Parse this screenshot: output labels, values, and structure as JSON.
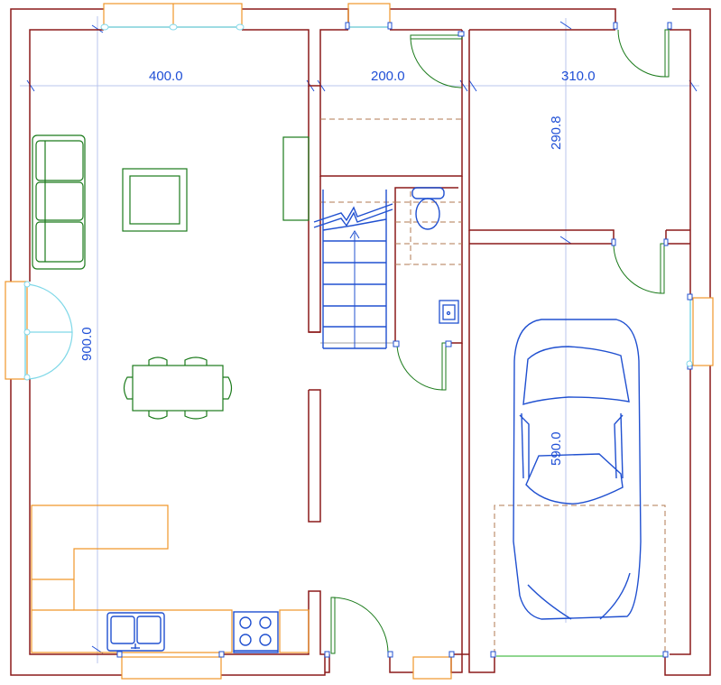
{
  "dimensions": {
    "living_width": "400.0",
    "hall_width": "200.0",
    "room_width": "310.0",
    "room_depth": "290.8",
    "living_depth": "900.0",
    "garage_depth": "590.0"
  },
  "colors": {
    "wall": "#8b1a1a",
    "dimension": "#1f4fd6",
    "furniture": "#1a7a1a",
    "kitchen": "#f0962a",
    "glass": "#7fd8e8",
    "fixture": "#2050d0",
    "hidden": "#b07a50"
  },
  "icons": {
    "sofa": "sofa-icon",
    "table": "dining-table-icon",
    "car": "car-icon",
    "stove": "stove-icon",
    "sink": "sink-icon",
    "toilet": "toilet-icon",
    "stairs": "staircase-icon"
  }
}
